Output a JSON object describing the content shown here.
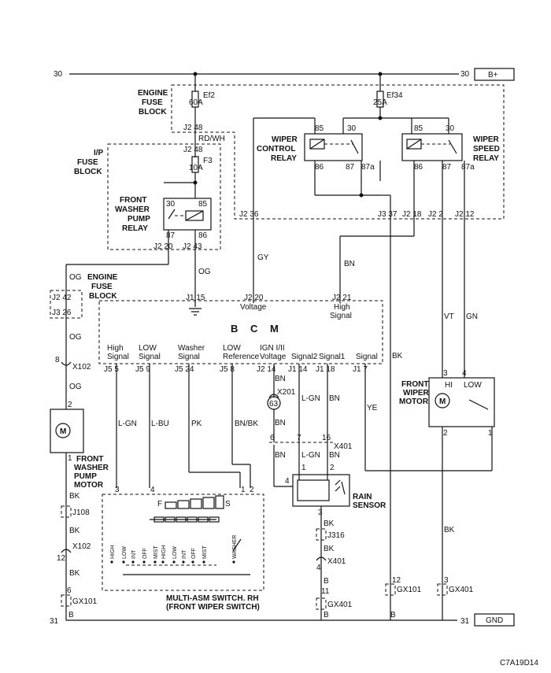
{
  "rails": {
    "b30_left": "30",
    "b30_right": "30",
    "bplus": "B+",
    "g31_left": "31",
    "g31_right": "31",
    "gnd": "GND",
    "b_left": "B",
    "b_mid": "B",
    "b_right": "B"
  },
  "fuses": {
    "engine_fuse_block": [
      "ENGINE",
      "FUSE",
      "BLOCK"
    ],
    "ef2_name": "Ef2",
    "ef2_rating": "60A",
    "ef34_name": "Ef34",
    "ef34_rating": "25A",
    "ip_fuse_block": [
      "I/P",
      "FUSE",
      "BLOCK"
    ],
    "f3_name": "F3",
    "f3_rating": "10A",
    "engine_fuse_block_2": [
      "ENGINE",
      "FUSE",
      "BLOCK"
    ]
  },
  "relays": {
    "washer_pump": [
      "FRONT",
      "WASHER",
      "PUMP",
      "RELAY"
    ],
    "wiper_control": [
      "WIPER",
      "CONTROL",
      "RELAY"
    ],
    "wiper_speed": [
      "WIPER",
      "SPEED",
      "RELAY"
    ],
    "pins": {
      "p30": "30",
      "p85": "85",
      "p86": "86",
      "p87": "87",
      "p87a": "87a"
    }
  },
  "connectors": {
    "j2_48_a": "J2 48",
    "rdwh": "RD/WH",
    "j2_48_b": "J2 48",
    "j2_20": "J2 20",
    "j2_43": "J2 43",
    "j2_42": "J2 42",
    "j3_26": "J3 26",
    "j1_15": "J1 15",
    "j2_20b": "J2 20",
    "j2_21": "J2 21",
    "j2_36": "J2 36",
    "j3_37": "J3 37",
    "j2_18": "J2 18",
    "j2_2": "J2 2",
    "j2_12": "J2 12",
    "x102_a": "X102",
    "x102_b": "X102",
    "x201": "X201",
    "x401_a": "X401",
    "x401_b": "X401",
    "j108": "J108",
    "j316": "J316",
    "gx101_a": "GX101",
    "gx101_b": "GX101",
    "gx401_a": "GX401",
    "gx401_b": "GX401",
    "n8": "8",
    "n12": "12",
    "n6": "6",
    "n63": "63",
    "n6b": "6",
    "n7": "7",
    "n16": "16",
    "n4": "4",
    "n11": "11",
    "n12b": "12",
    "n3": "3"
  },
  "wires": {
    "og1": "OG",
    "og2": "OG",
    "og3": "OG",
    "og4": "OG",
    "gy": "GY",
    "bn1": "BN",
    "vt": "VT",
    "gn": "GN",
    "bk1": "BK",
    "bk2": "BK",
    "bk3": "BK",
    "bk4": "BK",
    "bk5": "BK",
    "bk6": "BK",
    "bk7": "BK",
    "lgn1": "L-GN",
    "lbu": "L-BU",
    "pk": "PK",
    "bnbk": "BN/BK",
    "lgn2": "L-GN",
    "bn2": "BN",
    "bn3": "BN",
    "bn4": "BN",
    "bn5": "BN",
    "bn6": "BN",
    "ye": "YE",
    "lgn3": "L-GN",
    "b1": "B"
  },
  "bcm": {
    "title": "B C M",
    "top_voltage": "Voltage",
    "top_high": "High",
    "top_signal": "Signal",
    "pins": [
      {
        "label1": "High",
        "label2": "Signal",
        "conn": "J5 5"
      },
      {
        "label1": "LOW",
        "label2": "Signal",
        "conn": "J5 9"
      },
      {
        "label1": "Washer",
        "label2": "Signal",
        "conn": "J5 24"
      },
      {
        "label1": "LOW",
        "label2": "Reference",
        "conn": "J5 8"
      },
      {
        "label1": "IGN I/II",
        "label2": "Voltage",
        "conn": "J2 14"
      },
      {
        "label1": "",
        "label2": "Signal2",
        "conn": "J1 14"
      },
      {
        "label1": "",
        "label2": "Signal1",
        "conn": "J1 18"
      },
      {
        "label1": "",
        "label2": "Signal",
        "conn": "J1 7"
      }
    ]
  },
  "components": {
    "wiper_motor": [
      "FRONT",
      "WIPER",
      "MOTOR"
    ],
    "hi": "HI",
    "low": "LOW",
    "washer_motor": [
      "FRONT",
      "WASHER",
      "PUMP",
      "MOTOR"
    ],
    "rain_sensor": [
      "RAIN",
      "SENSOR"
    ],
    "switch_title": [
      "MULTI-ASM SWITCH. RH",
      "(FRONT WIPER SWITCH)"
    ],
    "switch_f": "F",
    "switch_s": "S",
    "switch_positions": [
      "HIGH",
      "LOW",
      "INT",
      "OFF",
      "MIST",
      "HIGH",
      "LOW",
      "INT",
      "OFF",
      "MIST",
      "WASHER"
    ],
    "switch_pins": {
      "p3": "3",
      "p4": "4",
      "p1": "1",
      "p2": "2"
    },
    "motor_pins": {
      "p3": "3",
      "p4": "4",
      "p2": "2",
      "p1": "1"
    },
    "rain_pins": {
      "p4": "4",
      "p1": "1",
      "p2": "2",
      "p3": "3"
    },
    "washer_pins": {
      "p2": "2",
      "p1": "1"
    }
  },
  "footer_code": "C7A19D14"
}
